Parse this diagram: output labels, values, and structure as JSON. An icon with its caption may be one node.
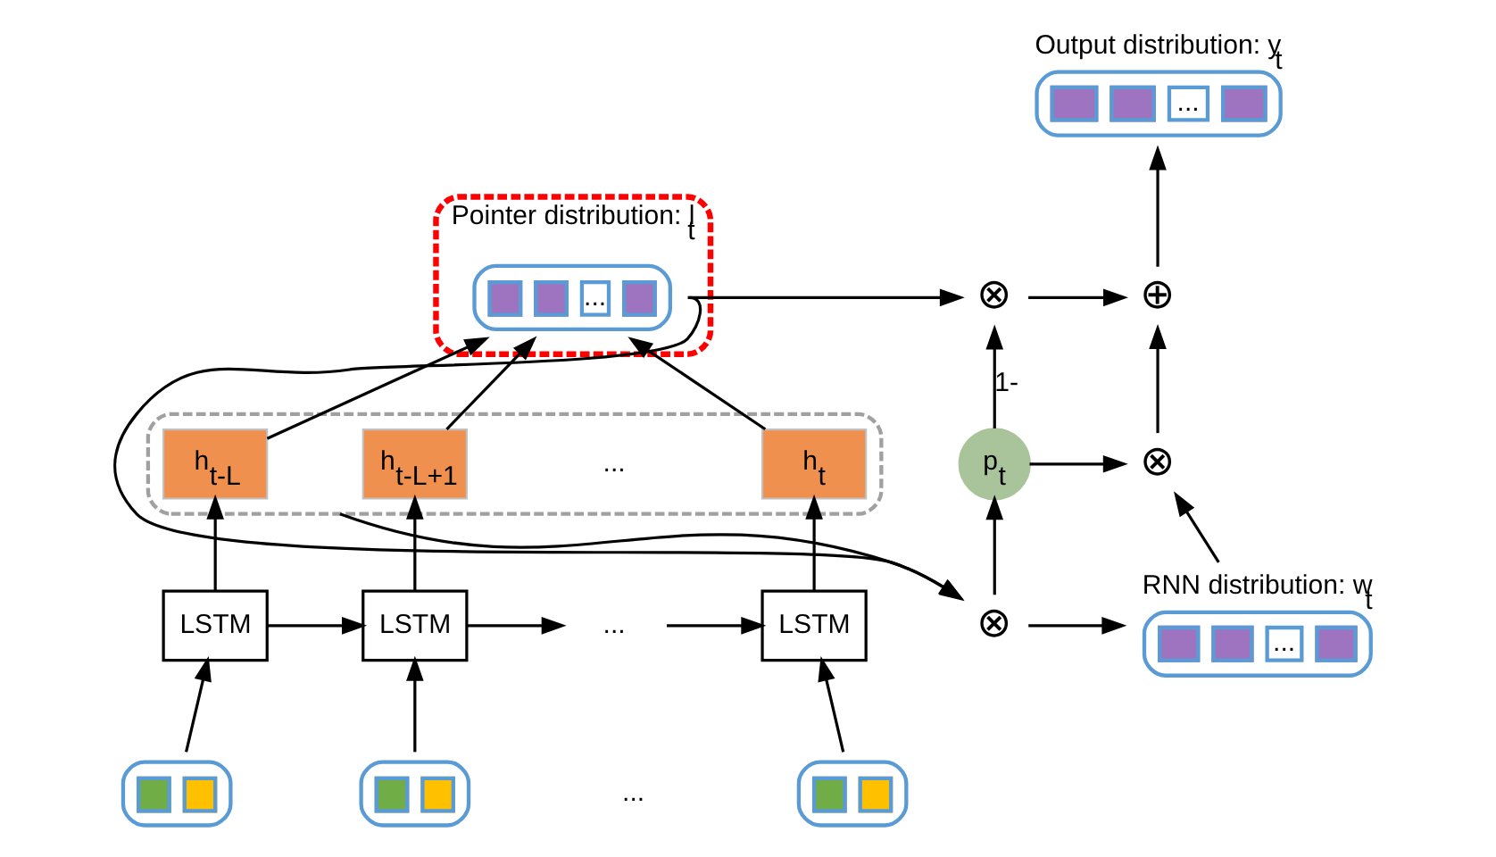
{
  "diagram": {
    "nodes": [
      {
        "text": [
          "Pointer distribution: l$_{t}$"
        ]
      },
      {
        "text": [
          "..."
        ],
        "in": 0
      },
      {
        "text": [],
        "shape": "box"
      },
      {
        "text": [
          "h$_{t-L}$"
        ],
        "in": 2
      },
      {
        "text": [
          "h$_{t-L+1}$"
        ],
        "in": 2
      },
      {
        "text": [
          "h$_{t}$"
        ],
        "in": 2
      },
      {
        "text": [
          "LSTM"
        ]
      },
      {
        "text": [
          "LSTM"
        ]
      },
      {
        "text": [
          "..."
        ]
      },
      {
        "text": [
          "LSTM"
        ]
      },
      {
        "text": [],
        "shape": "box"
      },
      {
        "text": [],
        "shape": "box"
      },
      {
        "text": [],
        "shape": "box"
      },
      {
        "text": [
          "⊗"
        ]
      },
      {
        "text": [
          "..."
        ],
        "beside": [
          "RNN distribution: w$_{t}$"
        ]
      },
      {
        "text": [
          "p$_{t}$"
        ]
      },
      {
        "text": [
          "⊗"
        ]
      },
      {
        "text": [
          "⊕"
        ]
      },
      {
        "text": [
          "⊗"
        ]
      },
      {
        "text": [
          "..."
        ],
        "beside": [
          "Output distribution: y$_{t}$"
        ]
      }
    ],
    "edges": [
      {
        "from": 3,
        "to": 1,
        "arrow": "to"
      },
      {
        "from": 4,
        "to": 1,
        "arrow": "to"
      },
      {
        "from": 5,
        "to": 1,
        "arrow": "to"
      },
      {
        "from": 6,
        "to": 3,
        "arrow": "to"
      },
      {
        "from": 7,
        "to": 4,
        "arrow": "to"
      },
      {
        "from": 9,
        "to": 5,
        "arrow": "to"
      },
      {
        "from": 10,
        "to": 6,
        "arrow": "to"
      },
      {
        "from": 11,
        "to": 7,
        "arrow": "to"
      },
      {
        "from": 12,
        "to": 9,
        "arrow": "to"
      },
      {
        "from": 6,
        "to": 7,
        "arrow": "to"
      },
      {
        "from": 7,
        "to": 8,
        "arrow": "to"
      },
      {
        "from": 8,
        "to": 9,
        "arrow": "to"
      },
      {
        "from": 1,
        "to": 16,
        "arrow": "to"
      },
      {
        "from": 1,
        "to": 13,
        "arrow": "to"
      },
      {
        "from": 2,
        "to": 13,
        "arrow": "to"
      },
      {
        "from": 13,
        "to": 14,
        "arrow": "to"
      },
      {
        "from": 13,
        "to": 15,
        "arrow": "to"
      },
      {
        "from": 15,
        "to": 16,
        "label": "1-",
        "arrow": "to"
      },
      {
        "from": 15,
        "to": 18,
        "arrow": "to"
      },
      {
        "from": 14,
        "to": 18,
        "arrow": "to"
      },
      {
        "from": 16,
        "to": 17,
        "arrow": "to"
      },
      {
        "from": 18,
        "to": 17,
        "arrow": "to"
      },
      {
        "from": 17,
        "to": 19,
        "arrow": "to"
      }
    ],
    "labels": [
      "...",
      "..."
    ]
  }
}
